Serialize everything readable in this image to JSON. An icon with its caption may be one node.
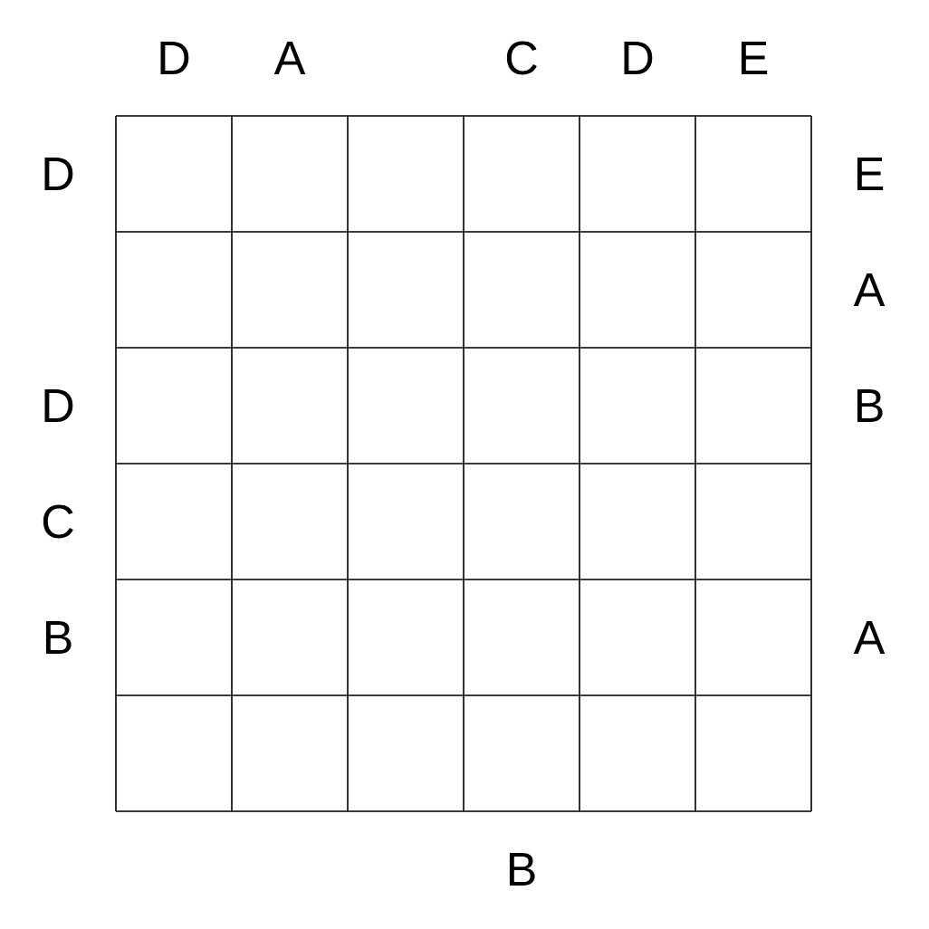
{
  "diagram": {
    "labels": [
      "D",
      "A",
      "C",
      "D",
      "E",
      "D",
      "E",
      "A",
      "D",
      "B",
      "C",
      "B",
      "A",
      "B"
    ]
  }
}
